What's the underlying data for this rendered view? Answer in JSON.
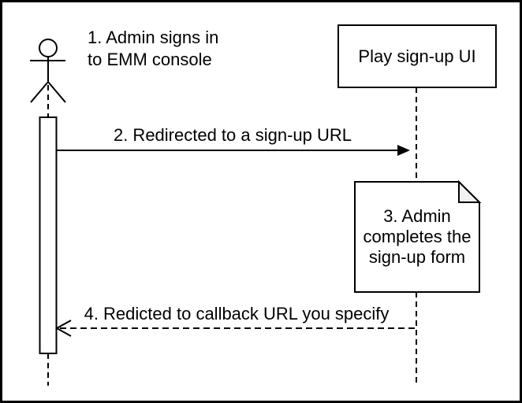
{
  "diagram_type": "sequence-diagram",
  "actor": {
    "label_line1": "1. Admin signs in",
    "label_line2": "to EMM console"
  },
  "participant": {
    "label": "Play sign-up UI"
  },
  "messages": {
    "msg2": {
      "label": "2. Redirected to a sign-up URL",
      "style": "solid",
      "direction": "right"
    },
    "msg4": {
      "label": "4. Redicted to callback URL you specify",
      "style": "dashed",
      "direction": "left"
    }
  },
  "note": {
    "line1": "3. Admin",
    "line2": "completes the",
    "line3": "sign-up form"
  },
  "colors": {
    "stroke": "#000000",
    "background": "#ffffff",
    "note_fold": "#f2f2f2"
  }
}
